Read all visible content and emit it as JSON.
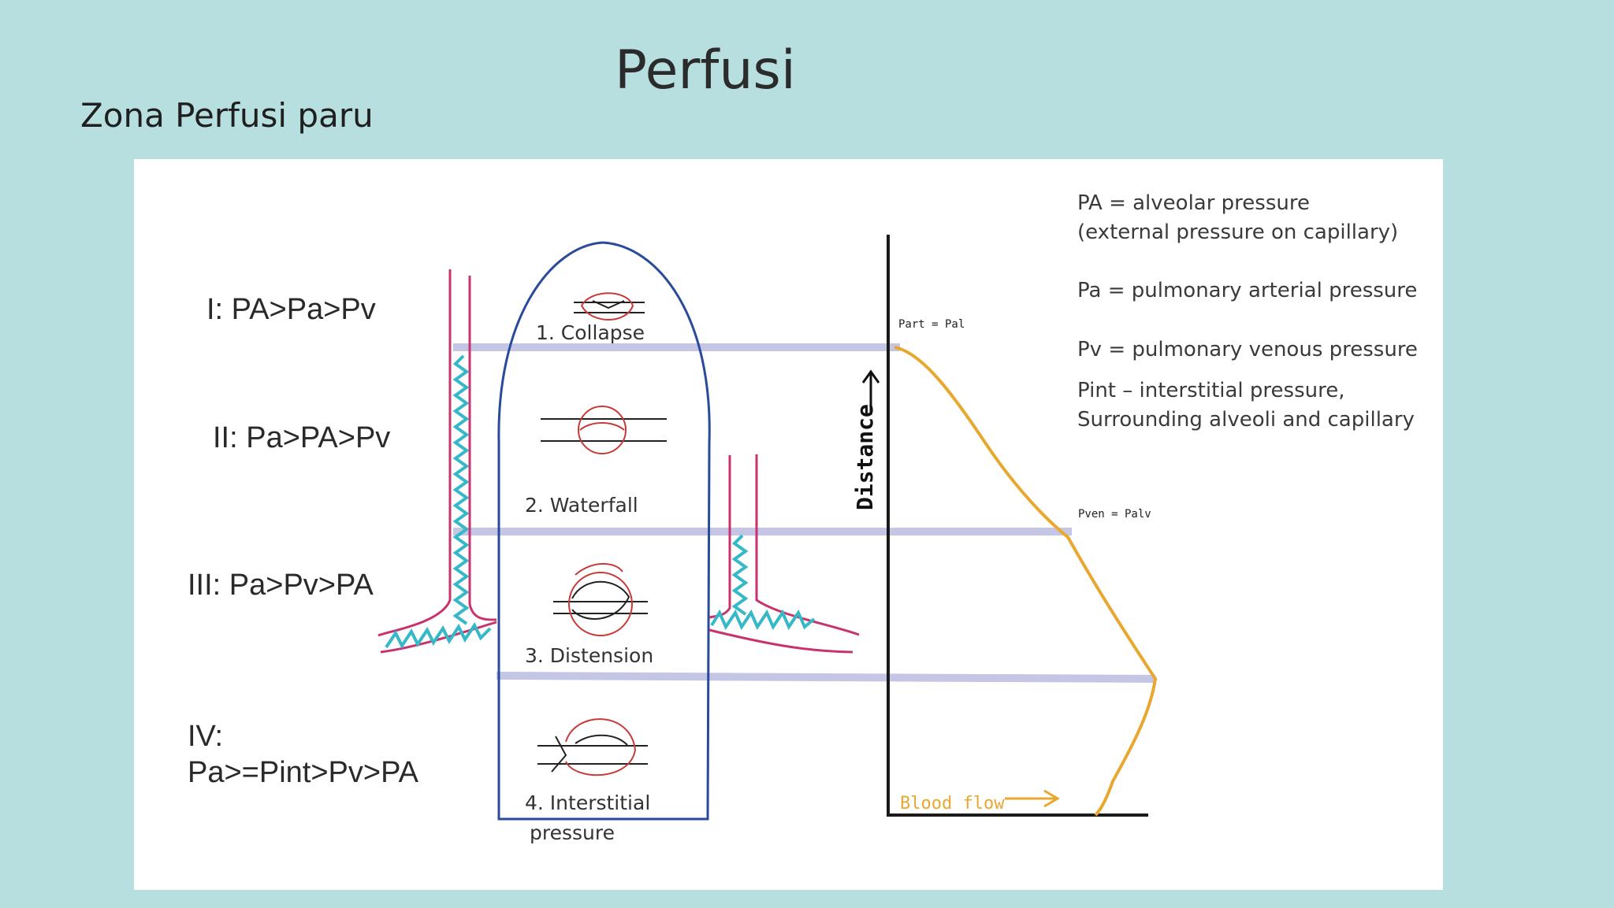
{
  "slide": {
    "title": "Perfusi",
    "subtitle": "Zona Perfusi paru"
  },
  "zones": [
    {
      "label": "I: PA>Pa>Pv",
      "caption": "1. Collapse"
    },
    {
      "label": "II: Pa>PA>Pv",
      "caption": "2. Waterfall"
    },
    {
      "label": "III: Pa>Pv>PA",
      "caption": "3. Distension"
    },
    {
      "label_line1": "IV:",
      "label_line2": "Pa>=Pint>Pv>PA",
      "caption_line1": "4. Interstitial",
      "caption_line2": "pressure"
    }
  ],
  "legend": {
    "line1": "PA = alveolar pressure",
    "line2": "(external pressure on capillary)",
    "line3": "Pa = pulmonary arterial pressure",
    "line4": "Pv = pulmonary venous pressure",
    "line5": "Pint – interstitial pressure,",
    "line6": "Surrounding alveoli and capillary"
  },
  "graph": {
    "y_axis_label": "Distance",
    "x_axis_label": "Blood flow",
    "point_top": "Part = Pal",
    "point_mid": "Pven = Palv"
  },
  "colors": {
    "background": "#b8dfe0",
    "lung_outline": "#2a4a9a",
    "vessel": "#c8336e",
    "interstitial": "#35b8c8",
    "zone_lines": "#c5c6e6",
    "flow_curve": "#e8a830",
    "capillary": "#c83a3a"
  }
}
